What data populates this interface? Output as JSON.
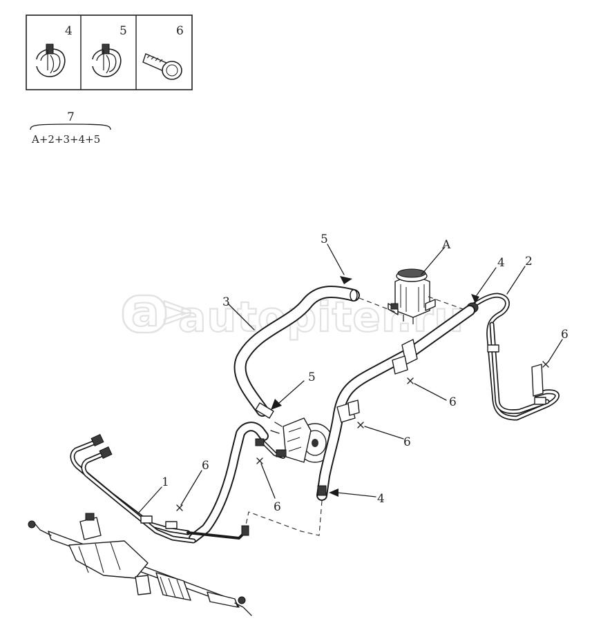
{
  "kit": {
    "cells": [
      {
        "number": "4",
        "icon": "hose-clamp-icon"
      },
      {
        "number": "5",
        "icon": "hose-clamp-icon"
      },
      {
        "number": "6",
        "icon": "bolt-icon"
      }
    ],
    "assembly_number": "7",
    "assembly_formula": "A+2+3+4+5"
  },
  "watermark": "autopiter.ru",
  "callouts": {
    "label_5_top": "5",
    "label_A": "A",
    "label_4_top": "4",
    "label_2": "2",
    "label_3": "3",
    "label_6_right": "6",
    "label_5_mid": "5",
    "label_6_mid": "6",
    "label_6_center": "6",
    "label_4_bottom": "4",
    "label_1": "1",
    "label_6_left": "6",
    "label_6_low": "6"
  },
  "colors": {
    "ink": "#1a1a1a",
    "watermark": "#e2e2e2",
    "background": "#ffffff"
  }
}
